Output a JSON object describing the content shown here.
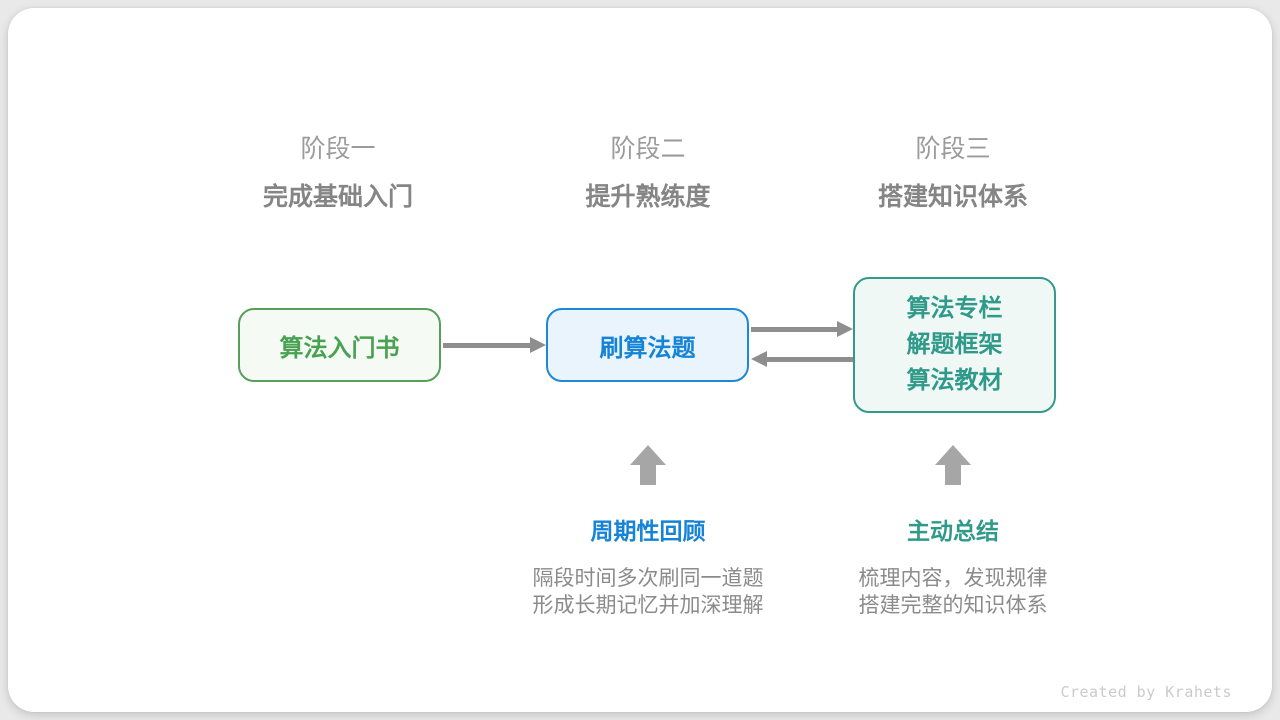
{
  "stages": [
    {
      "label": "阶段一",
      "subtitle": "完成基础入门"
    },
    {
      "label": "阶段二",
      "subtitle": "提升熟练度"
    },
    {
      "label": "阶段三",
      "subtitle": "搭建知识体系"
    }
  ],
  "boxes": {
    "stage1": {
      "text": "算法入门书"
    },
    "stage2": {
      "text": "刷算法题"
    },
    "stage3": {
      "lines": [
        "算法专栏",
        "解题框架",
        "算法教材"
      ]
    }
  },
  "annotations": [
    {
      "title": "周期性回顾",
      "lines": [
        "隔段时间多次刷同一道题",
        "形成长期记忆并加深理解"
      ]
    },
    {
      "title": "主动总结",
      "lines": [
        "梳理内容，发现规律",
        "搭建完整的知识体系"
      ]
    }
  ],
  "footer": {
    "credit": "Created by Krahets"
  },
  "colors": {
    "green_accent": "#49a252",
    "blue_accent": "#1583d6",
    "teal_accent": "#2f9a89",
    "flow_arrow": "#8e8e8e",
    "up_arrow": "#a6a6a6",
    "stage_label_gray": "#9b9b9b",
    "subtitle_gray": "#858585",
    "desc_gray": "#8b8b8b",
    "credit_gray": "#cbcbcb"
  }
}
